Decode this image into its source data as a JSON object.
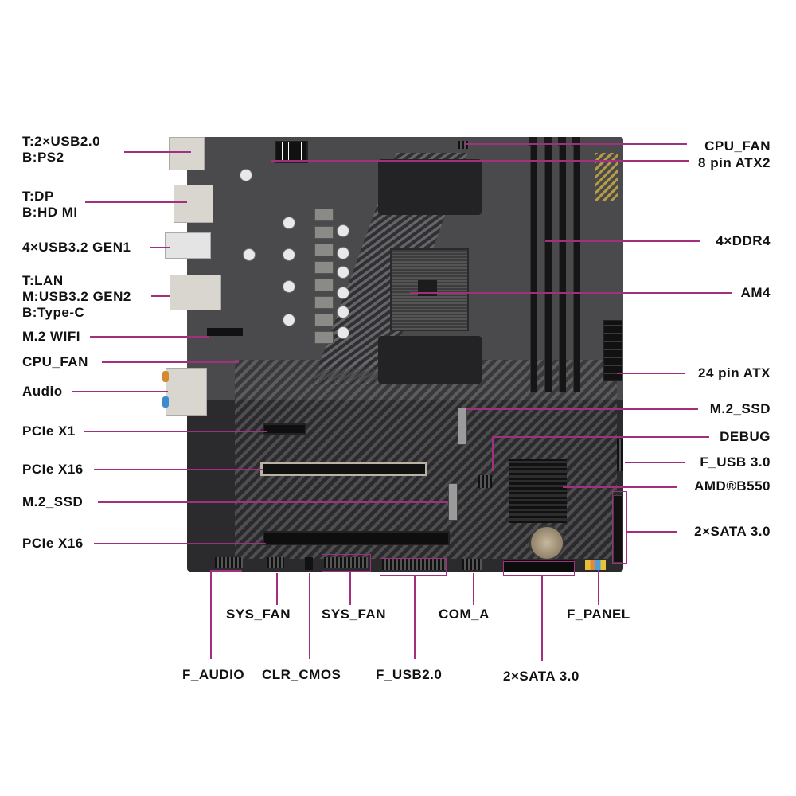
{
  "diagram": {
    "type": "motherboard-layout",
    "chipset": "AMD®B550",
    "socket": "AM4",
    "line_color": "#a3307e",
    "left_labels": [
      {
        "lines": [
          "T:2×USB2.0",
          "B:PS2"
        ]
      },
      {
        "lines": [
          "T:DP",
          "B:HD MI"
        ]
      },
      {
        "lines": [
          "4×USB3.2 GEN1"
        ]
      },
      {
        "lines": [
          "T:LAN",
          "M:USB3.2 GEN2",
          "B:Type-C"
        ]
      },
      {
        "lines": [
          "M.2 WIFI"
        ]
      },
      {
        "lines": [
          "CPU_FAN"
        ]
      },
      {
        "lines": [
          "Audio"
        ]
      },
      {
        "lines": [
          "PCIe X1"
        ]
      },
      {
        "lines": [
          "PCIe X16"
        ]
      },
      {
        "lines": [
          "M.2_SSD"
        ]
      },
      {
        "lines": [
          "PCIe X16"
        ]
      }
    ],
    "right_labels": [
      {
        "lines": [
          "CPU_FAN"
        ]
      },
      {
        "lines": [
          "8 pin ATX2"
        ]
      },
      {
        "lines": [
          "4×DDR4"
        ]
      },
      {
        "lines": [
          "AM4"
        ]
      },
      {
        "lines": [
          "24 pin ATX"
        ]
      },
      {
        "lines": [
          "M.2_SSD"
        ]
      },
      {
        "lines": [
          "DEBUG"
        ]
      },
      {
        "lines": [
          "F_USB 3.0"
        ]
      },
      {
        "lines": [
          "AMD®B550"
        ]
      },
      {
        "lines": [
          "2×SATA 3.0"
        ]
      }
    ],
    "bottom_labels_row1": [
      {
        "text": "SYS_FAN"
      },
      {
        "text": "SYS_FAN"
      },
      {
        "text": "COM_A"
      },
      {
        "text": "F_PANEL"
      }
    ],
    "bottom_labels_row2": [
      {
        "text": "F_AUDIO"
      },
      {
        "text": "CLR_CMOS"
      },
      {
        "text": "F_USB2.0"
      },
      {
        "text": "2×SATA 3.0"
      }
    ]
  }
}
